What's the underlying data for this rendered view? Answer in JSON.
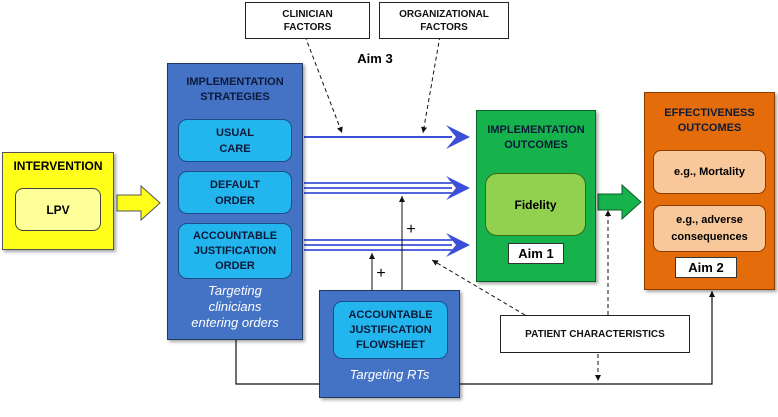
{
  "factors": {
    "clinician": "CLINICIAN\nFACTORS",
    "organizational": "ORGANIZATIONAL\nFACTORS",
    "aim3": "Aim 3"
  },
  "intervention": {
    "title": "INTERVENTION",
    "item": "LPV"
  },
  "implementation_strategies": {
    "title": "IMPLEMENTATION\nSTRATEGIES",
    "items": [
      "USUAL\nCARE",
      "DEFAULT\nORDER",
      "ACCOUNTABLE\nJUSTIFICATION\nORDER"
    ],
    "target": "Targeting\nclinicians\nentering orders"
  },
  "flowsheet": {
    "item": "ACCOUNTABLE\nJUSTIFICATION\nFLOWSHEET",
    "target": "Targeting RTs"
  },
  "implementation_outcomes": {
    "title": "IMPLEMENTATION\nOUTCOMES",
    "item": "Fidelity",
    "aim": "Aim 1"
  },
  "effectiveness_outcomes": {
    "title": "EFFECTIVENESS\nOUTCOMES",
    "items": [
      "e.g., Mortality",
      "e.g., adverse\nconsequences"
    ],
    "aim": "Aim 2"
  },
  "patient_characteristics": "PATIENT CHARACTERISTICS",
  "plus_signs": [
    "+",
    "+"
  ],
  "colors": {
    "yellow": "#ffff1a",
    "blue": "#4472c4",
    "cyan": "#22b5ee",
    "green": "#16b24b",
    "light_green": "#92d050",
    "orange": "#e46c0a",
    "peach": "#f8c89a",
    "arrow_blue": "#3b4fd8"
  }
}
